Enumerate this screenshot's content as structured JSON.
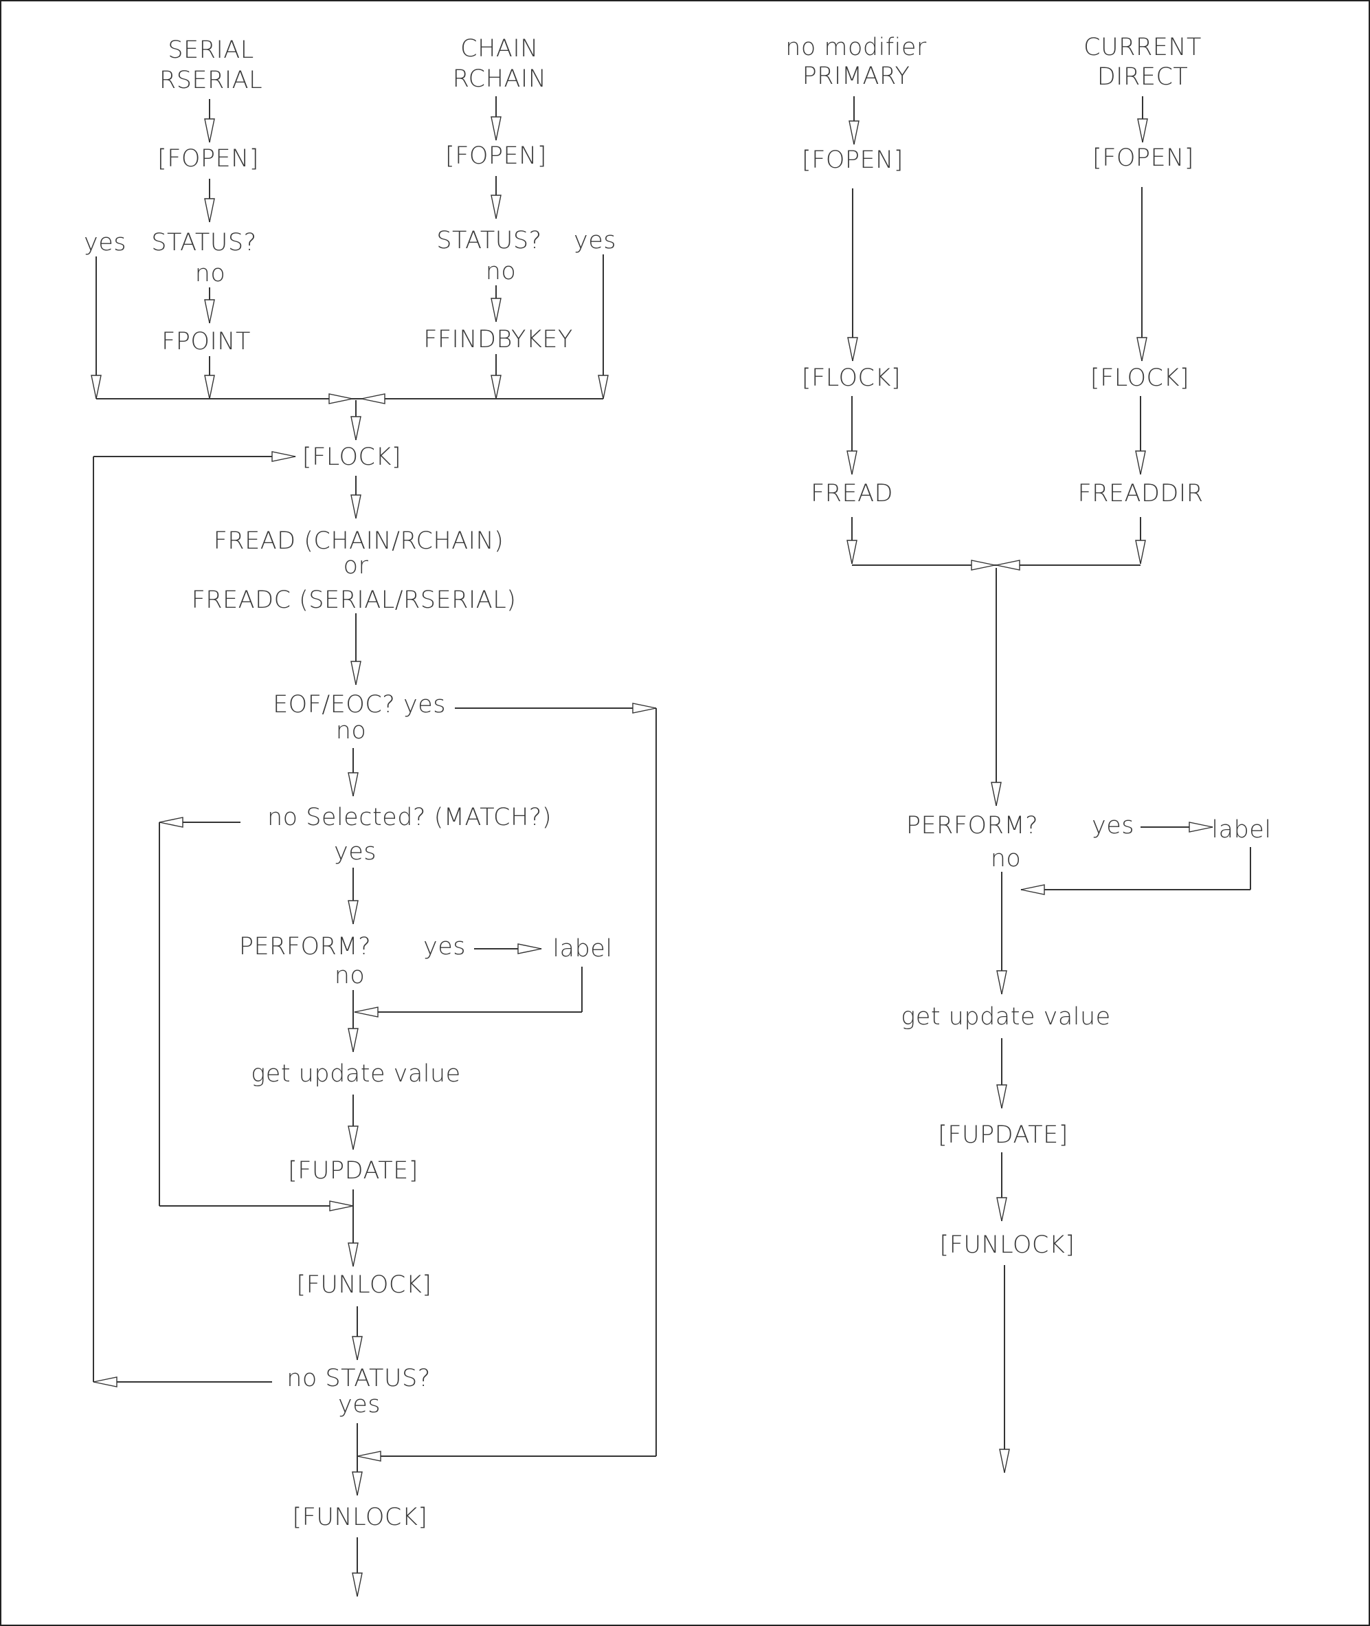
{
  "left": {
    "serial": "SERIAL",
    "rserial": "RSERIAL",
    "chain": "CHAIN",
    "rchain": "RCHAIN",
    "fopen_serial": "[FOPEN]",
    "fopen_chain": "[FOPEN]",
    "status_serial": "STATUS?",
    "status_chain": "STATUS?",
    "yes_serial": "yes",
    "yes_chain": "yes",
    "no_serial": "no",
    "no_chain": "no",
    "fpoint": "FPOINT",
    "ffindbykey": "FFINDBYKEY",
    "flock": "[FLOCK]",
    "fread_chain": "FREAD (CHAIN/RCHAIN)",
    "or": "or",
    "freadc_serial": "FREADC (SERIAL/RSERIAL)",
    "eof_eoc": "EOF/EOC? yes",
    "eof_no": "no",
    "selected": "no Selected? (MATCH?)",
    "selected_yes": "yes",
    "perform": "PERFORM?",
    "perform_yes": "yes",
    "perform_label": "label",
    "perform_no": "no",
    "get_update": "get update value",
    "fupdate": "[FUPDATE]",
    "funlock_1": "[FUNLOCK]",
    "status_loop": "no STATUS?",
    "status_loop_yes": "yes",
    "funlock_2": "[FUNLOCK]"
  },
  "right": {
    "no_modifier": "no modifier",
    "primary": "PRIMARY",
    "current": "CURRENT",
    "direct": "DIRECT",
    "fopen_primary": "[FOPEN]",
    "fopen_current": "[FOPEN]",
    "flock_primary": "[FLOCK]",
    "flock_current": "[FLOCK]",
    "fread": "FREAD",
    "freaddir": "FREADDIR",
    "perform": "PERFORM?",
    "perform_yes": "yes",
    "perform_label": "label",
    "perform_no": "no",
    "get_update": "get update value",
    "fupdate": "[FUPDATE]",
    "funlock": "[FUNLOCK]"
  }
}
